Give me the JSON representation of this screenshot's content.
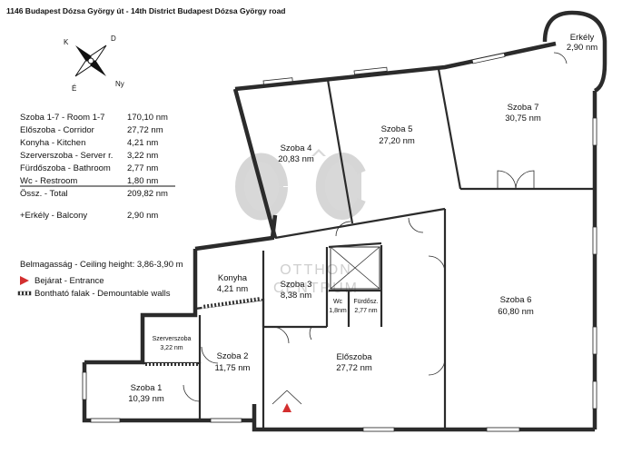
{
  "title": "1146 Budapest Dózsa György út  -  14th District Budapest  Dózsa György road",
  "compass": {
    "n": "K",
    "e": "D",
    "s": "É",
    "w": "Ny"
  },
  "areas": [
    {
      "label": "Szoba 1-7 - Room 1-7",
      "value": "170,10 nm"
    },
    {
      "label": "Előszoba - Corridor",
      "value": "27,72 nm"
    },
    {
      "label": "Konyha - Kitchen",
      "value": "4,21 nm"
    },
    {
      "label": "Szerverszoba - Server r.",
      "value": "3,22 nm"
    },
    {
      "label": "Fürdőszoba - Bathroom",
      "value": "2,77 nm"
    },
    {
      "label": "Wc - Restroom",
      "value": "1,80 nm"
    }
  ],
  "total": {
    "label": "Össz. - Total",
    "value": "209,82 nm"
  },
  "balcony": {
    "label": "+Erkély - Balcony",
    "value": "2,90 nm"
  },
  "ceiling": "Belmagasság - Ceiling height: 3,86-3,90 m",
  "legend": {
    "entrance": "Bejárat - Entrance",
    "walls": "Bontható falak - Demountable walls",
    "entrance_color": "#d32f2f"
  },
  "rooms": {
    "erkely": {
      "name": "Erkély",
      "area": "2,90 nm"
    },
    "szoba7": {
      "name": "Szoba 7",
      "area": "30,75 nm"
    },
    "szoba5": {
      "name": "Szoba 5",
      "area": "27,20 nm"
    },
    "szoba4": {
      "name": "Szoba 4",
      "area": "20,83 nm"
    },
    "szoba3": {
      "name": "Szoba 3",
      "area": "8,38 nm"
    },
    "konyha": {
      "name": "Konyha",
      "area": "4,21 nm"
    },
    "szoba6": {
      "name": "Szoba 6",
      "area": "60,80 nm"
    },
    "wc": {
      "name": "Wc",
      "area": "1,8nm"
    },
    "furdo": {
      "name": "Fürdősz.",
      "area": "2,77 nm"
    },
    "eloszoba": {
      "name": "Előszoba",
      "area": "27,72 nm"
    },
    "szerver": {
      "name": "Szerverszoba",
      "area": "3,22 nm"
    },
    "szoba2": {
      "name": "Szoba 2",
      "area": "11,75 nm"
    },
    "szoba1": {
      "name": "Szoba 1",
      "area": "10,39 nm"
    }
  },
  "watermark": {
    "line1": "OTTHON",
    "line2": "CENTRUM"
  }
}
